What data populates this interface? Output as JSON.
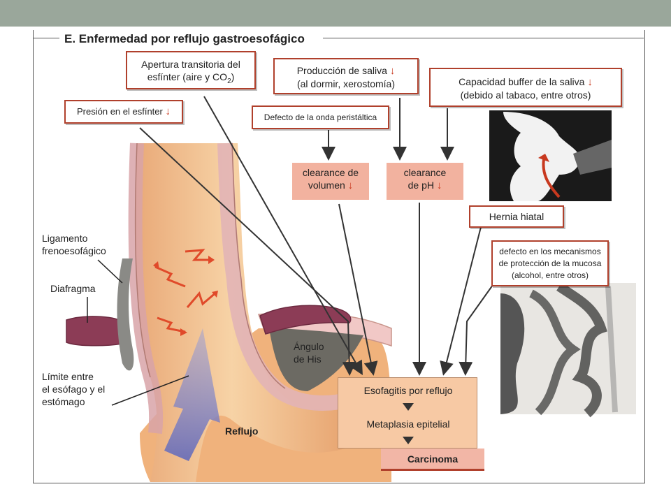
{
  "header": {
    "title": "E. Enfermedad por reflujo gastroesofágico"
  },
  "factors": {
    "apertura_line1": "Apertura transitoria del",
    "apertura_line2": "esfínter (aire y CO",
    "apertura_sub": "2",
    "apertura_close": ")",
    "presion": "Presión en el esfínter",
    "produccion_line1": "Producción de saliva",
    "produccion_line2": "(al dormir, xerostomía)",
    "capacidad_line1": "Capacidad buffer de la saliva",
    "capacidad_line2": "(debido al tabaco, entre otros)",
    "defecto_onda": "Defecto de la onda peristáltica",
    "clearance_vol_line1": "clearance de",
    "clearance_vol_line2": "volumen",
    "clearance_ph_line1": "clearance",
    "clearance_ph_line2": "de pH",
    "hernia": "Hernia hiatal",
    "defecto_mec_line1": "defecto en los mecanismos",
    "defecto_mec_line2": "de protección de la mucosa",
    "defecto_mec_line3": "(alcohol, entre otros)",
    "decrease_symbol": "↓"
  },
  "anatomy": {
    "ligamento_line1": "Ligamento",
    "ligamento_line2": "frenoesofágico",
    "diafragma": "Diafragma",
    "limite_line1": "Límite entre",
    "limite_line2": "el esófago y el",
    "limite_line3": "estómago",
    "angulo_line1": "Ángulo",
    "angulo_line2": "de His",
    "reflujo": "Reflujo"
  },
  "outcomes": {
    "esofagitis": "Esofagitis por reflujo",
    "metaplasia": "Metaplasia epitelial",
    "carcinoma": "Carcinoma"
  },
  "colors": {
    "accent_red": "#c8391f",
    "box_border": "#b0402c",
    "pink_box": "#f2b29f",
    "outcome_box": "#f7c9a4",
    "header_bar": "#9aa79b"
  }
}
